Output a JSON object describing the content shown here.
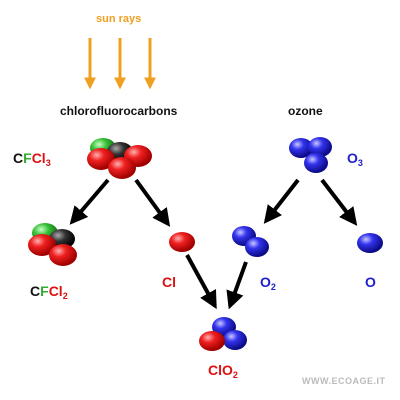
{
  "labels": {
    "sun_rays": "sun rays",
    "cfc_title": "chlorofluorocarbons",
    "ozone_title": "ozone",
    "watermark": "WWW.ECOAGE.IT"
  },
  "formulas": {
    "cfcl3": {
      "c": "C",
      "f": "F",
      "cl": "Cl",
      "sub": "3"
    },
    "cfcl2": {
      "c": "C",
      "f": "F",
      "cl": "Cl",
      "sub": "2"
    },
    "cl": {
      "symbol": "Cl"
    },
    "o2": {
      "symbol": "O",
      "sub": "2"
    },
    "o": {
      "symbol": "O"
    },
    "o3": {
      "symbol": "O",
      "sub": "3"
    },
    "clo2": {
      "symbol": "ClO",
      "sub": "2"
    }
  },
  "colors": {
    "chlorine": "#dd1111",
    "fluorine": "#33aa33",
    "carbon": "#222222",
    "oxygen": "#2020cc",
    "sun": "#f0a020"
  }
}
